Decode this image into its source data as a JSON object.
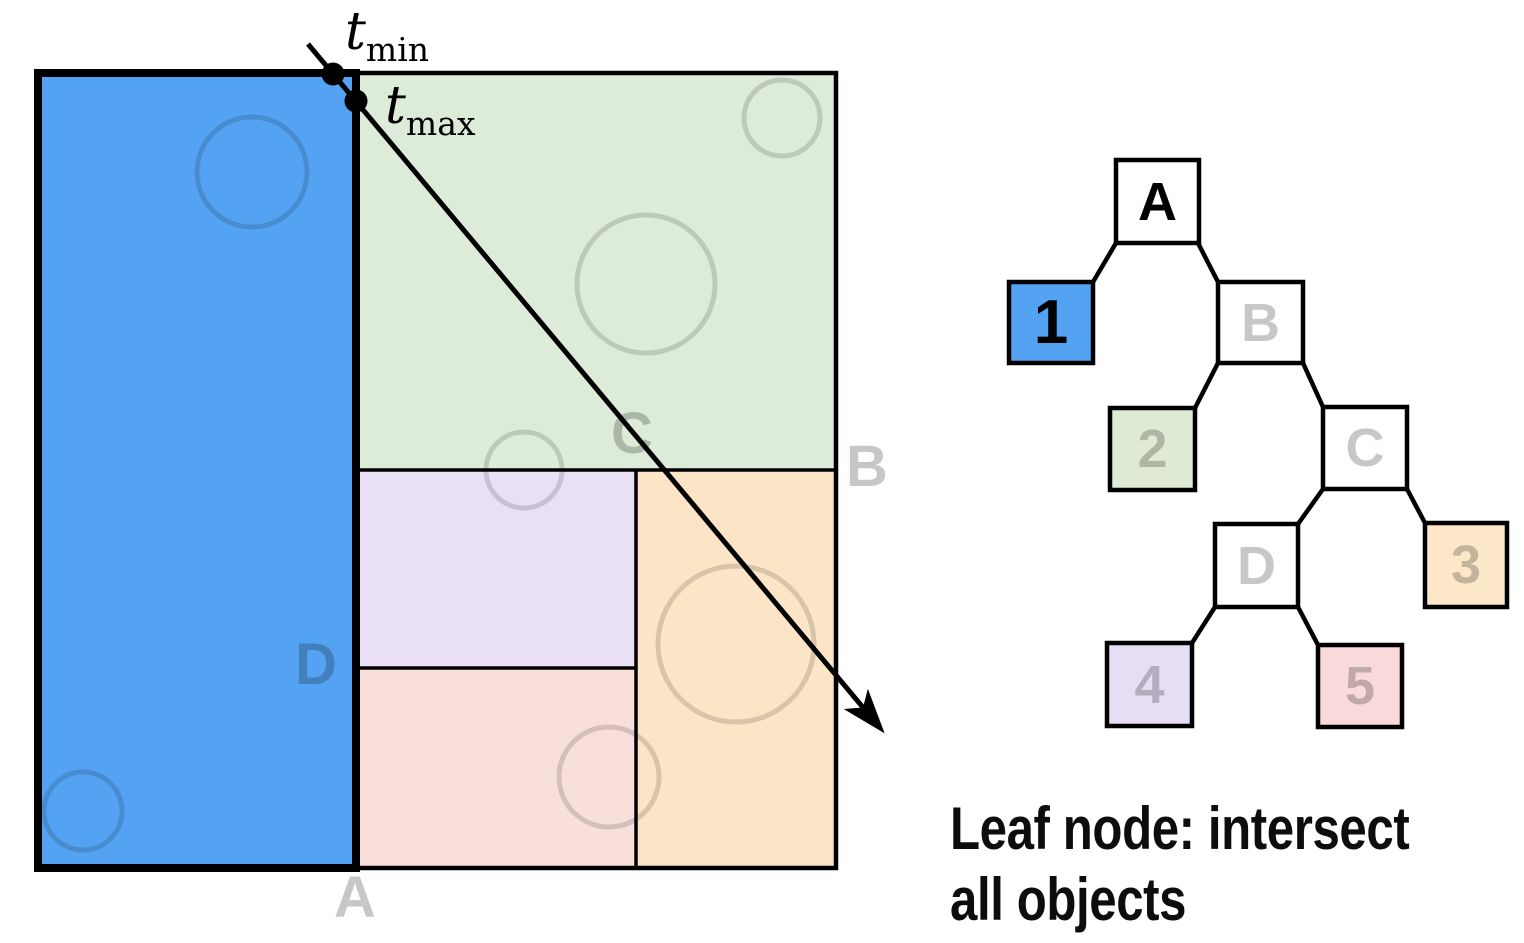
{
  "colors": {
    "blue": "#54a3f3",
    "green": "#dcecd8",
    "purple": "#eae0f5",
    "pink": "#f9dfdb",
    "orange": "#fce5c6",
    "tree_green": "#dfead5",
    "tree_purple": "#e8def4",
    "tree_pink": "#f9d9d9",
    "tree_orange": "#fce7c8",
    "node_fill_internal": "#ffffff",
    "outline": "#000000",
    "object_stroke": "rgba(0,0,0,0.14)",
    "inactive_text": "rgba(0,0,0,0.22)",
    "active_text": "#000000"
  },
  "spatial": {
    "region_labels": {
      "a": "A",
      "b": "B",
      "c": "C",
      "d": "D"
    },
    "ray": {
      "t_min": {
        "base": "t",
        "sub": "min"
      },
      "t_max": {
        "base": "t",
        "sub": "max"
      }
    }
  },
  "tree": {
    "nodes": [
      {
        "id": "A",
        "label": "A",
        "kind": "internal",
        "state": "visited"
      },
      {
        "id": "1",
        "label": "1",
        "kind": "leaf",
        "state": "current"
      },
      {
        "id": "B",
        "label": "B",
        "kind": "internal",
        "state": "pending"
      },
      {
        "id": "2",
        "label": "2",
        "kind": "leaf",
        "state": "pending"
      },
      {
        "id": "C",
        "label": "C",
        "kind": "internal",
        "state": "pending"
      },
      {
        "id": "D",
        "label": "D",
        "kind": "internal",
        "state": "pending"
      },
      {
        "id": "3",
        "label": "3",
        "kind": "leaf",
        "state": "pending"
      },
      {
        "id": "4",
        "label": "4",
        "kind": "leaf",
        "state": "pending"
      },
      {
        "id": "5",
        "label": "5",
        "kind": "leaf",
        "state": "pending"
      }
    ]
  },
  "caption": {
    "lines": [
      "Leaf node: intersect",
      "all objects"
    ]
  }
}
